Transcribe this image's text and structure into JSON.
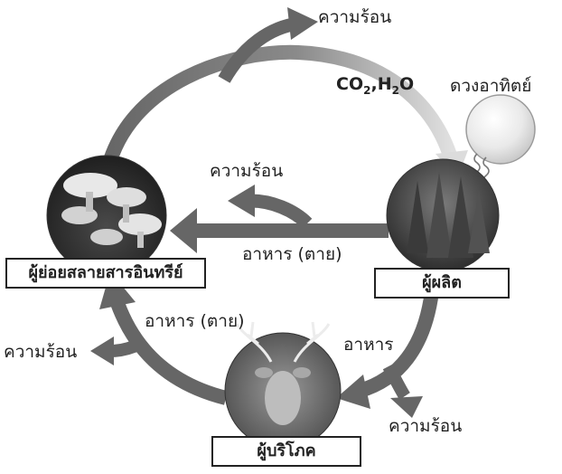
{
  "nodes": {
    "decomposer": "ผู้ย่อยสลายสารอินทรีย์",
    "producer": "ผู้ผลิต",
    "consumer": "ผู้บริโภค",
    "sun": "ดวงอาทิตย์"
  },
  "labels": {
    "heat_top": "ความร้อน",
    "heat_middle": "ความร้อน",
    "heat_left": "ความร้อน",
    "heat_right": "ความร้อน",
    "food_dead_center": "อาหาร (ตาย)",
    "food_dead_left": "อาหาร (ตาย)",
    "food": "อาหาร"
  },
  "chemicals": {
    "co2_a": "CO",
    "co2_b": "2",
    "sep": ",",
    "h2o_a": "H",
    "h2o_b": "2",
    "h2o_c": "O"
  },
  "colors": {
    "arrow": "#666666",
    "arrow_light": "#cccccc",
    "text": "#222222"
  }
}
